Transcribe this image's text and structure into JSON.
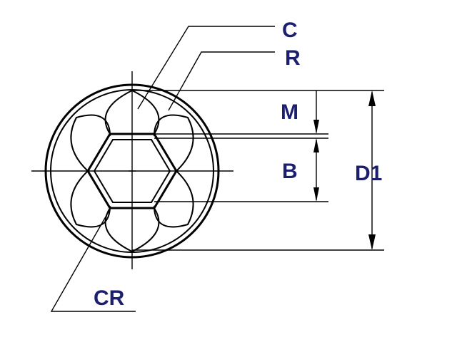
{
  "labels": {
    "c": "C",
    "r": "R",
    "m": "M",
    "b": "B",
    "d1": "D1",
    "cr": "CR"
  },
  "colors": {
    "label": "#1b1f6e",
    "line": "#000000",
    "background": "#ffffff"
  }
}
